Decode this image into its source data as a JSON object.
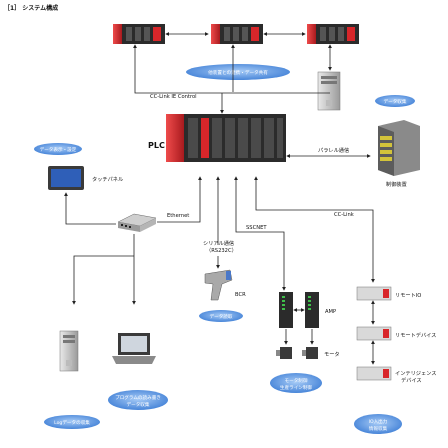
{
  "title": "［1］ システム構成",
  "nodes": {
    "plc": "PLC",
    "touch_panel": "タッチパネル",
    "bcr": "BCR",
    "amp": "AMP",
    "motor": "モータ",
    "remote_io": "リモートIO",
    "remote_device": "リモートデバイス",
    "intelligent_device_1": "インテリジェンス",
    "intelligent_device_2": "デバイス",
    "control_device": "制御装置"
  },
  "links": {
    "cc_link_ie": "CC-Link IE Control",
    "parallel": "パラレル通信",
    "ethernet": "Ethernet",
    "serial_1": "シリアル通信",
    "serial_2": "（RS232C）",
    "sscnet": "SSCNET",
    "cc_link": "CC-Link"
  },
  "bubbles": {
    "link_devices": "他装置との連携・データ共有",
    "data_display": "データ表示・設定",
    "data_collect_top": "データ収集",
    "data_collect_bcr": "データ読取",
    "log_collect": "Logデータの収集",
    "program_1": "プログラムの読み書き",
    "program_2": "データ収集",
    "motor_1": "モータ制御",
    "motor_2": "生産ライン制御",
    "io_1": "IO入出力",
    "io_2": "情報収集"
  },
  "colors": {
    "plc_red": "#d8262a",
    "module_dark": "#2b2b2b",
    "bubble_blue": "#4f8fe0",
    "line": "#222222"
  }
}
